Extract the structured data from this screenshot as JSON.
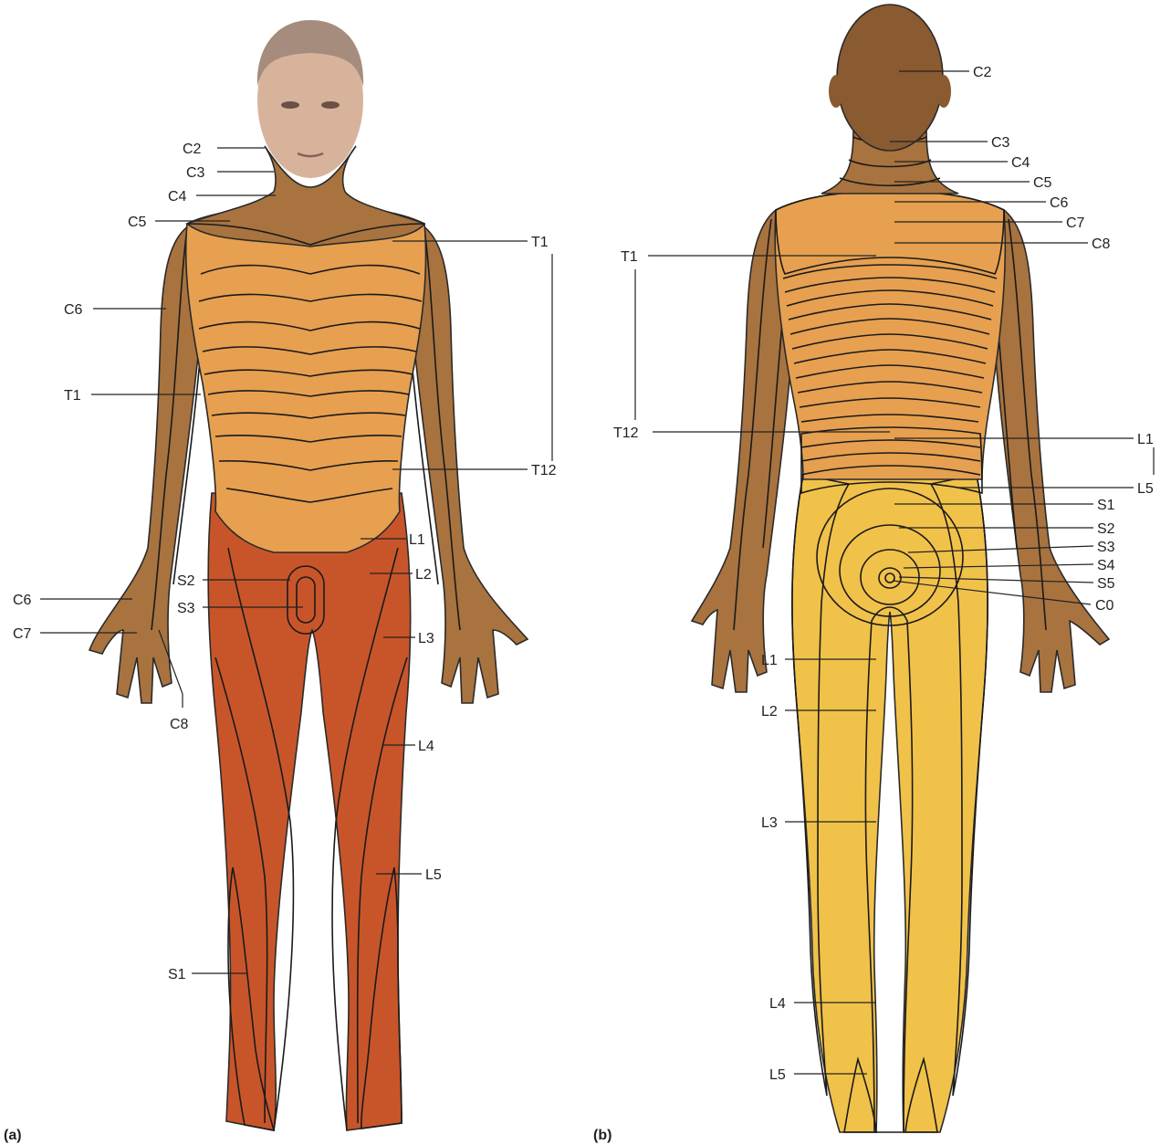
{
  "panels": {
    "a": {
      "label": "(a)"
    },
    "b": {
      "label": "(b)"
    }
  },
  "colors": {
    "cervical": "#a8733f",
    "thoracic": "#e6a050",
    "lumbar": "#c8552a",
    "sacral": "#f1c24a",
    "head": "#8a5a30",
    "skin_face": "#d8b39c"
  },
  "front_labels": [
    "C2",
    "C3",
    "C4",
    "C5",
    "C6",
    "T1",
    "C6",
    "C7",
    "C8",
    "S2",
    "S3",
    "S1",
    "T1",
    "T12",
    "L1",
    "L2",
    "L3",
    "L4",
    "L5"
  ],
  "back_labels": [
    "C2",
    "C3",
    "C4",
    "C5",
    "C6",
    "C7",
    "C8",
    "T1",
    "T12",
    "L1",
    "L5",
    "S1",
    "S2",
    "S3",
    "S4",
    "S5",
    "C0",
    "L1",
    "L2",
    "L3",
    "L4",
    "L5"
  ]
}
